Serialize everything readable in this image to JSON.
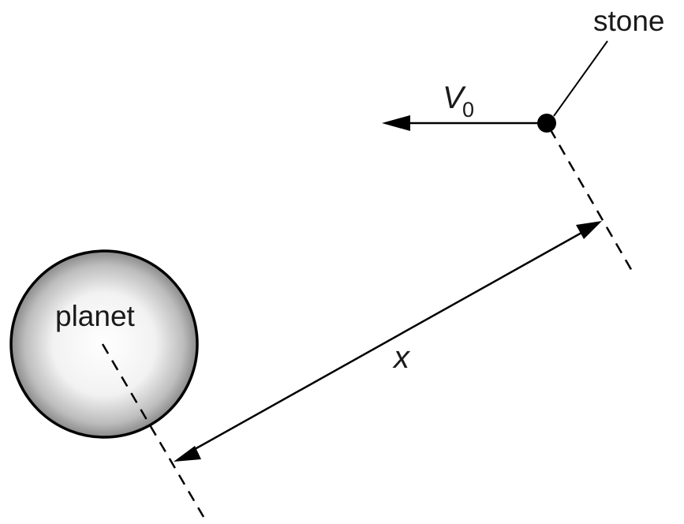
{
  "labels": {
    "stone": "stone",
    "velocity": "V",
    "velocity_subscript": "0",
    "distance": "x",
    "planet": "planet"
  },
  "colors": {
    "ink": "#000000",
    "planet_center": "#ffffff",
    "planet_edge": "#8a8a8a"
  }
}
